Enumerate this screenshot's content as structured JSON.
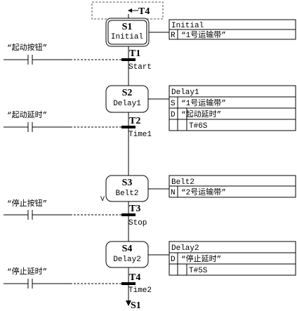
{
  "top_jump": {
    "label": "T4"
  },
  "steps": [
    {
      "id": "S1",
      "name": "Initial",
      "initial": true
    },
    {
      "id": "S2",
      "name": "Delay1"
    },
    {
      "id": "S3",
      "name": "Belt2"
    },
    {
      "id": "S4",
      "name": "Delay2"
    }
  ],
  "transitions": [
    {
      "id": "T1",
      "condition": "Start",
      "contact": "“起动按钮”"
    },
    {
      "id": "T2",
      "condition": "Time1",
      "contact": "“起动延时”"
    },
    {
      "id": "T3",
      "condition": "Stop",
      "contact": "“停止按钮”"
    },
    {
      "id": "T4",
      "condition": "Time2",
      "contact": "“停止延时”"
    }
  ],
  "action_tables": [
    {
      "title": "Initial",
      "rows": [
        {
          "q": "R",
          "a": "“1号运输带”"
        }
      ]
    },
    {
      "title": "Delay1",
      "rows": [
        {
          "q": "S",
          "a": "“1号运输带”"
        },
        {
          "q": "D",
          "a": "“起动延时”"
        },
        {
          "q": "",
          "a": "T#6S"
        }
      ]
    },
    {
      "title": "Belt2",
      "rows": [
        {
          "q": "N",
          "a": "“2号运输带”"
        }
      ]
    },
    {
      "title": "Delay2",
      "rows": [
        {
          "q": "D",
          "a": "“停止延时”"
        },
        {
          "q": "",
          "a": "T#5S"
        }
      ]
    }
  ],
  "markers": {
    "belt2_side": "V"
  },
  "bottom_jump": {
    "label": "S1"
  }
}
